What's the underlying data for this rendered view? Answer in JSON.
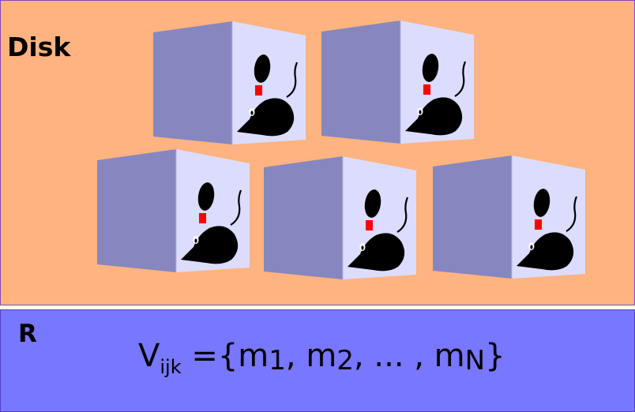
{
  "disk": {
    "label": "Disk"
  },
  "r": {
    "label": "R",
    "formula": {
      "var": "V",
      "var_sub": "ijk",
      "eq_open": " ={m",
      "idx1": "1",
      "sep1": ", m",
      "idx2": "2",
      "sep2": ", ... , m",
      "idxN": "N",
      "close": "}"
    }
  },
  "colors": {
    "disk_bg": "#ffb380",
    "r_bg": "#7777ff",
    "cube_side": "#8787bf",
    "cube_front": "#dcdcff",
    "mouse": "#000000",
    "ear_tag": "#ff0000"
  },
  "icons": {
    "cube": "mouse-cube-icon",
    "mouse": "mouse-icon"
  }
}
